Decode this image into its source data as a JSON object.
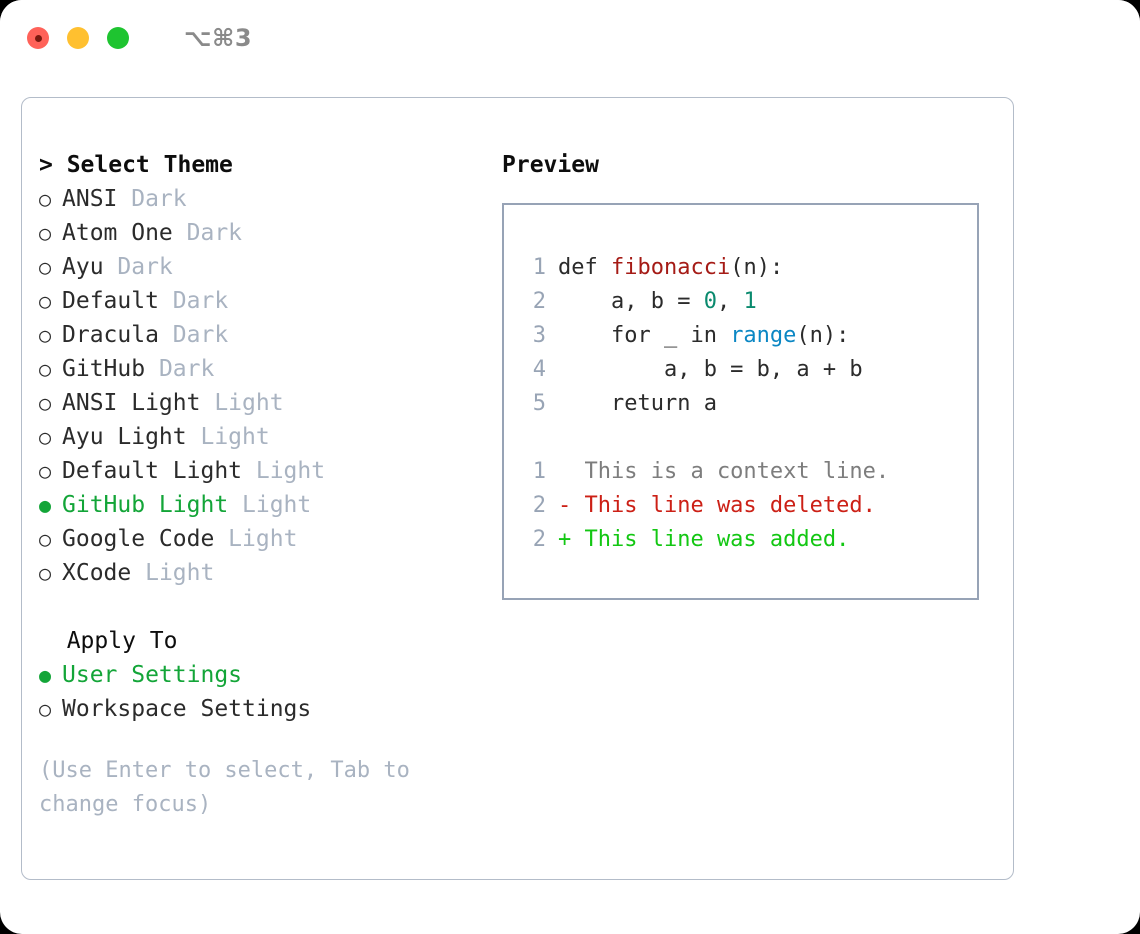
{
  "window": {
    "shortcut": "⌥⌘3",
    "traffic_lights": [
      "close-red",
      "minimize-yellow",
      "maximize-green"
    ]
  },
  "theme_section": {
    "heading": "> Select Theme",
    "focused": true,
    "options": [
      {
        "bullet": "○",
        "label": "ANSI",
        "badge": "Dark",
        "selected": false
      },
      {
        "bullet": "○",
        "label": "Atom One",
        "badge": "Dark",
        "selected": false
      },
      {
        "bullet": "○",
        "label": "Ayu",
        "badge": "Dark",
        "selected": false
      },
      {
        "bullet": "○",
        "label": "Default",
        "badge": "Dark",
        "selected": false
      },
      {
        "bullet": "○",
        "label": "Dracula",
        "badge": "Dark",
        "selected": false
      },
      {
        "bullet": "○",
        "label": "GitHub",
        "badge": "Dark",
        "selected": false
      },
      {
        "bullet": "○",
        "label": "ANSI Light",
        "badge": "Light",
        "selected": false
      },
      {
        "bullet": "○",
        "label": "Ayu Light",
        "badge": "Light",
        "selected": false
      },
      {
        "bullet": "○",
        "label": "Default Light",
        "badge": "Light",
        "selected": false
      },
      {
        "bullet": "●",
        "label": "GitHub Light",
        "badge": "Light",
        "selected": true
      },
      {
        "bullet": "○",
        "label": "Google Code",
        "badge": "Light",
        "selected": false
      },
      {
        "bullet": "○",
        "label": "XCode",
        "badge": "Light",
        "selected": false
      }
    ]
  },
  "apply_section": {
    "heading": "  Apply To",
    "focused": false,
    "options": [
      {
        "bullet": "●",
        "label": "User Settings",
        "badge": "",
        "selected": true
      },
      {
        "bullet": "○",
        "label": "Workspace Settings",
        "badge": "",
        "selected": false
      }
    ]
  },
  "hint": "(Use Enter to select, Tab to change focus)",
  "preview": {
    "title": "Preview",
    "code_lines": [
      {
        "no": "1",
        "tokens": [
          {
            "t": "def ",
            "c": "plain"
          },
          {
            "t": "fibonacci",
            "c": "fn"
          },
          {
            "t": "(n):",
            "c": "plain"
          }
        ]
      },
      {
        "no": "2",
        "tokens": [
          {
            "t": "    a, b = ",
            "c": "plain"
          },
          {
            "t": "0",
            "c": "num"
          },
          {
            "t": ", ",
            "c": "plain"
          },
          {
            "t": "1",
            "c": "num"
          }
        ]
      },
      {
        "no": "3",
        "tokens": [
          {
            "t": "    for _ in ",
            "c": "plain"
          },
          {
            "t": "range",
            "c": "call"
          },
          {
            "t": "(n):",
            "c": "plain"
          }
        ]
      },
      {
        "no": "4",
        "tokens": [
          {
            "t": "        a, b = b, a + b",
            "c": "plain"
          }
        ]
      },
      {
        "no": "5",
        "tokens": [
          {
            "t": "    return a",
            "c": "plain"
          }
        ]
      }
    ],
    "diff_lines": [
      {
        "no": "1",
        "text": "  This is a context line.",
        "kind": "ctx"
      },
      {
        "no": "2",
        "text": "- This line was deleted.",
        "kind": "del"
      },
      {
        "no": "2",
        "text": "+ This line was added.",
        "kind": "add"
      }
    ]
  },
  "colors": {
    "accent_green": "#13a538",
    "diff_add": "#13c713",
    "diff_del": "#cc2016",
    "badge_gray": "#a9b3c1",
    "border": "#b3bcc9",
    "code_border": "#97a3b6"
  }
}
